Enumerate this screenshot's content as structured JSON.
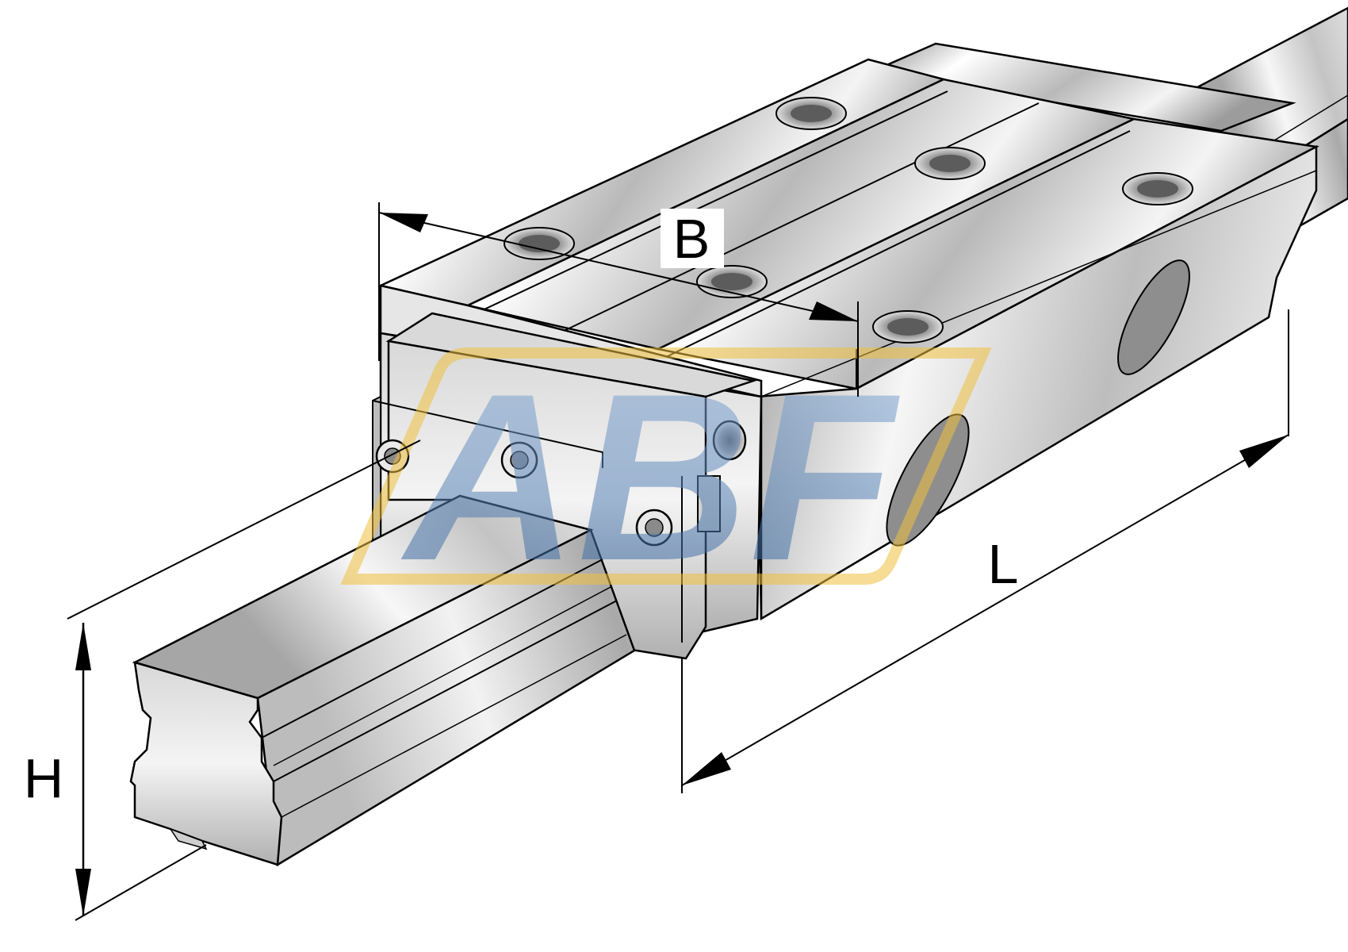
{
  "dimensions": {
    "width_label": "B",
    "length_label": "L",
    "height_label": "H"
  },
  "watermark": {
    "text": "ABF"
  },
  "colors": {
    "line": "#000000",
    "metal_light": "#f2f2f2",
    "metal_mid": "#c9c9c9",
    "metal_dark": "#7d7d7d",
    "watermark_blue": "#4f7fb8",
    "watermark_gold": "#f0c040"
  }
}
